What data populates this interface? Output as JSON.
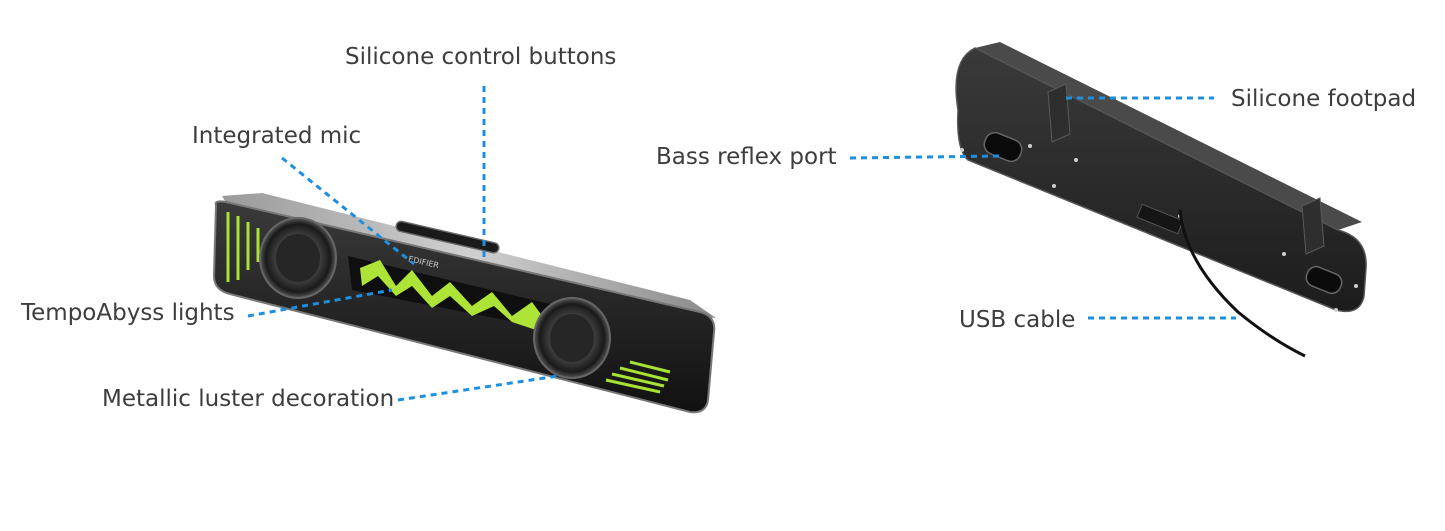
{
  "callouts": {
    "silicone_control_buttons": "Silicone control buttons",
    "integrated_mic": "Integrated mic",
    "tempoabyss_lights": "TempoAbyss lights",
    "metallic_luster_decoration": "Metallic luster decoration",
    "bass_reflex_port": "Bass reflex port",
    "silicone_footpad": "Silicone footpad",
    "usb_cable": "USB cable"
  },
  "brand_mark": "EDIFIER",
  "colors": {
    "leader_line": "#1e8fe0",
    "label_text": "#3d3d3d",
    "speaker_body": "#222222",
    "light_glow": "#b6f03a"
  }
}
